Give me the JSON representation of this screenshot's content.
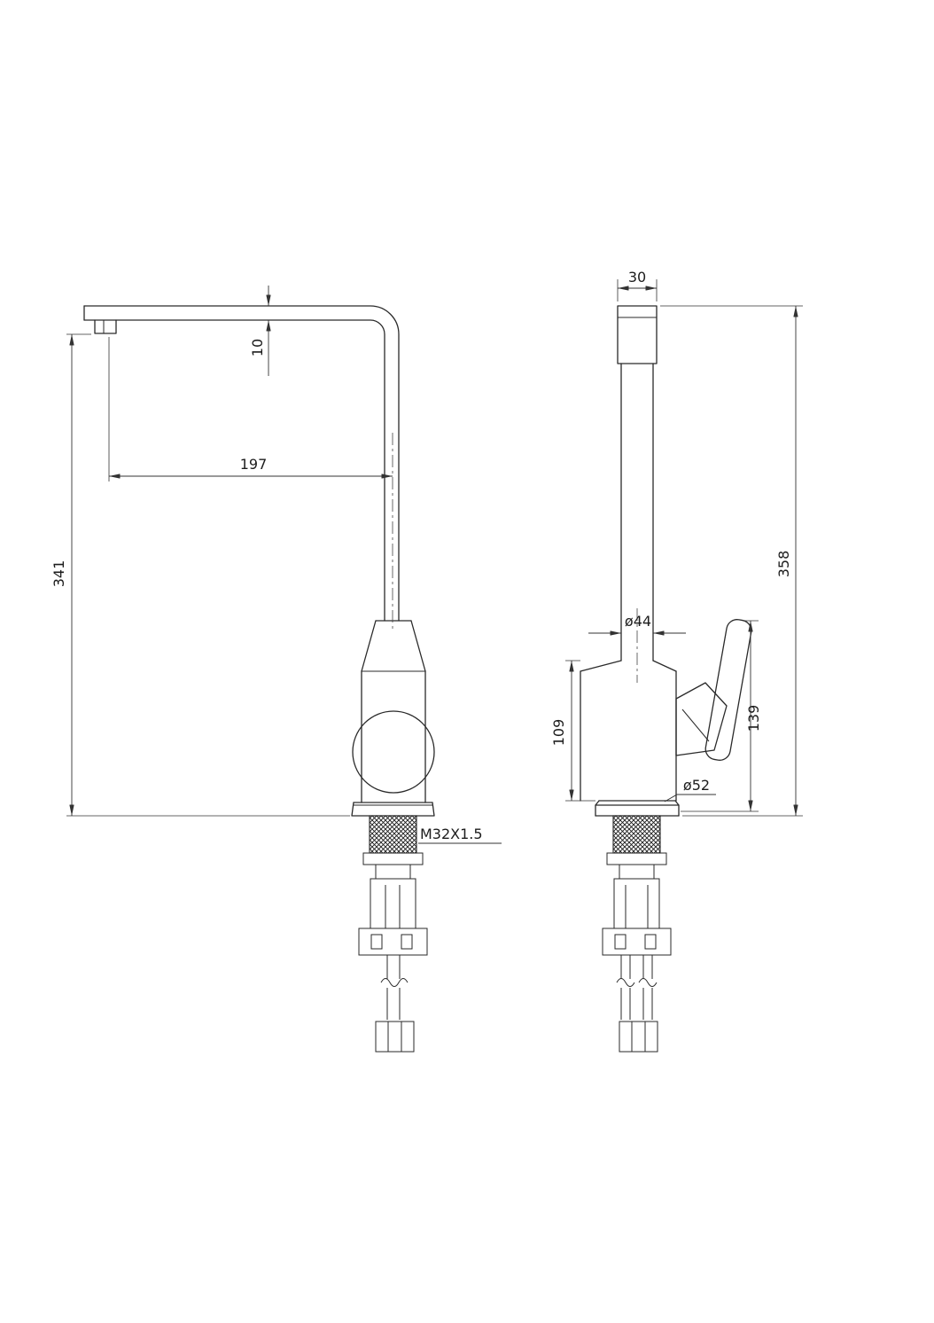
{
  "drawing": {
    "labels": {
      "spout_thickness": "10",
      "spout_reach": "197",
      "spout_height": "341",
      "spout_width": "30",
      "total_height": "358",
      "column_diameter": "ø44",
      "body_height": "109",
      "handle_height": "139",
      "base_diameter": "ø52",
      "thread_spec": "M32X1.5"
    }
  }
}
